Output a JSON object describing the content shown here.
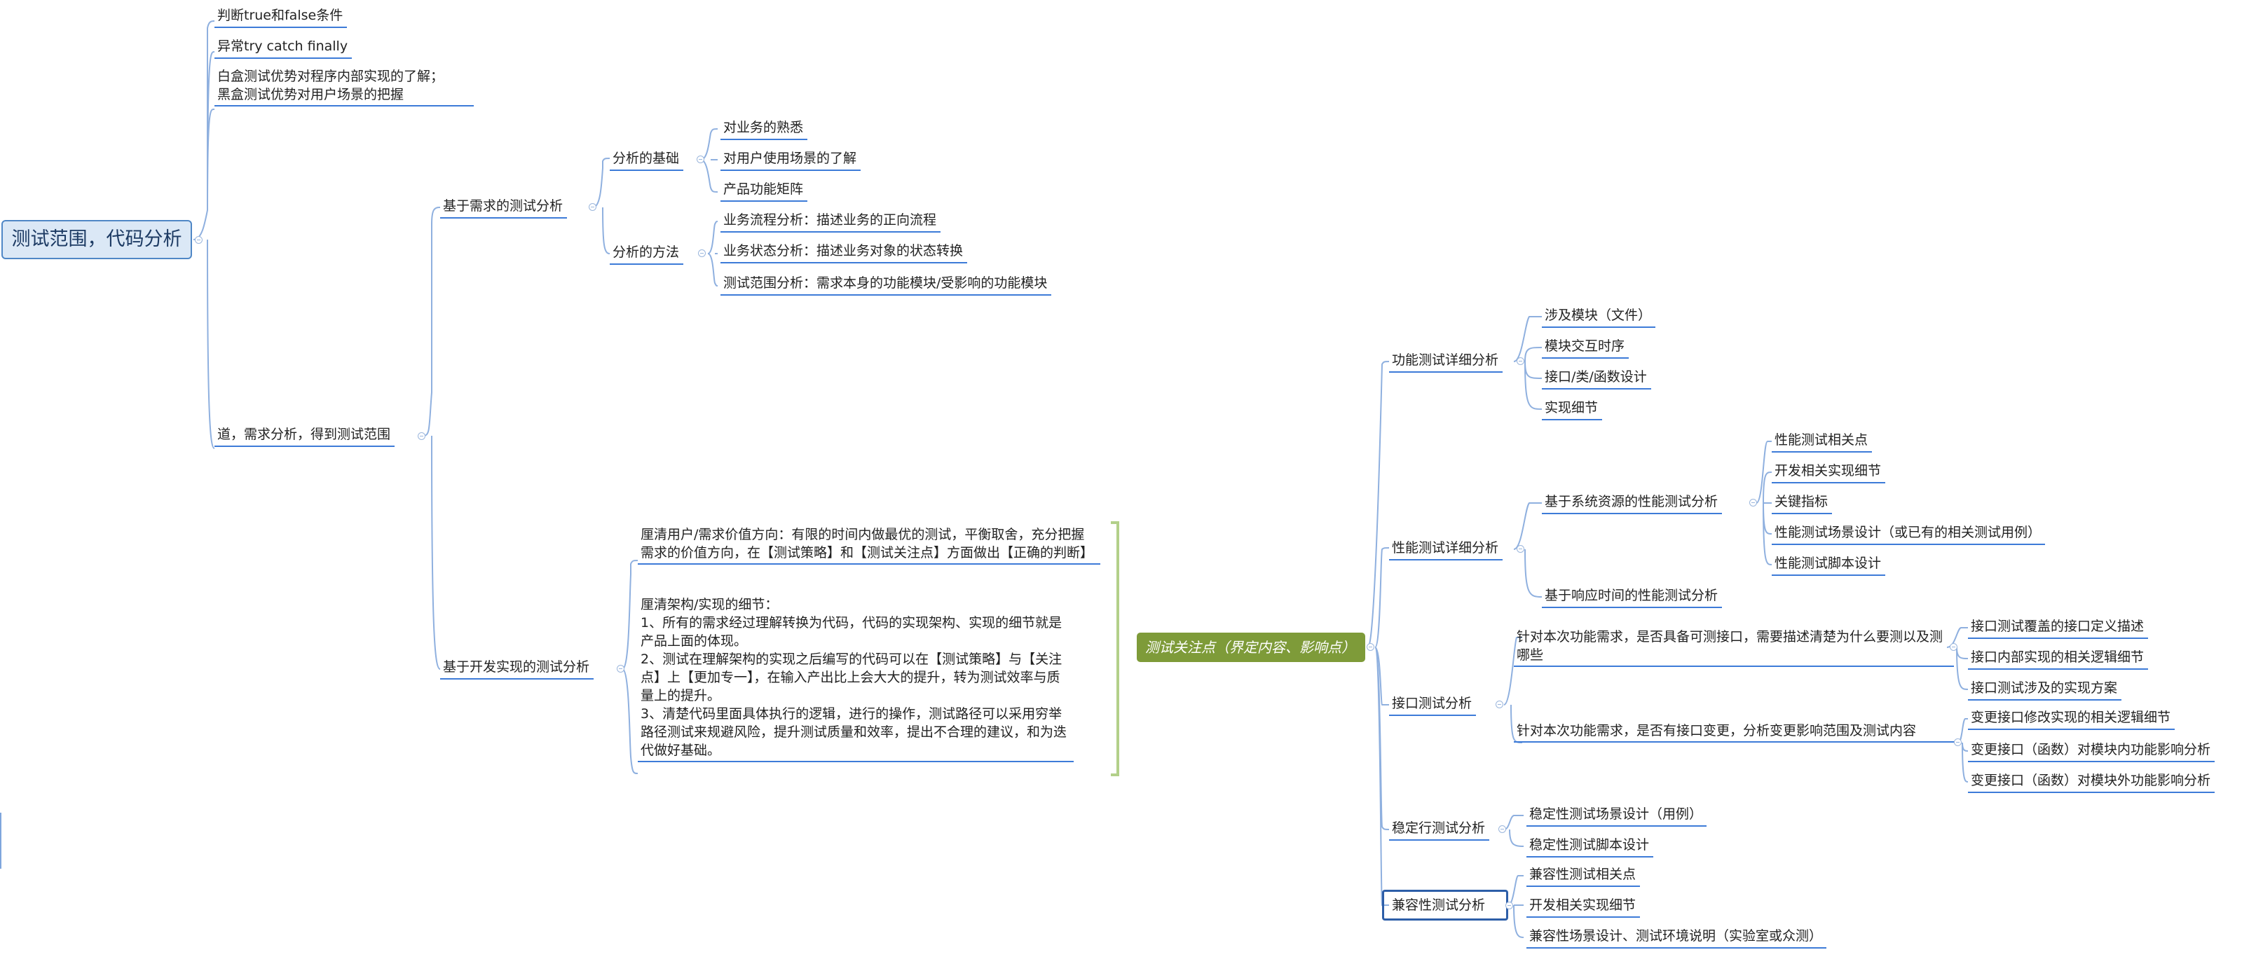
{
  "root": {
    "label": "测试范围，代码分析"
  },
  "focus": {
    "label": "测试关注点（界定内容、影响点）"
  },
  "left": {
    "item1": "判断true和false条件",
    "item2": "异常try catch finally",
    "item3_line1": "白盒测试优势对程序内部实现的了解；",
    "item3_line2": "黑盒测试优势对用户场景的把握",
    "dao": "道，需求分析，得到测试范围",
    "req": {
      "label": "基于需求的测试分析",
      "basis": {
        "label": "分析的基础",
        "items": [
          "对业务的熟悉",
          "对用户使用场景的了解",
          "产品功能矩阵"
        ]
      },
      "method": {
        "label": "分析的方法",
        "items": [
          "业务流程分析：描述业务的正向流程",
          "业务状态分析：描述业务对象的状态转换",
          "测试范围分析：需求本身的功能模块/受影响的功能模块"
        ]
      }
    },
    "dev": {
      "label": "基于开发实现的测试分析",
      "note1": "厘清用户/需求价值方向：有限的时间内做最优的测试，平衡取舍，充分把握需求的价值方向，在【测试策略】和【测试关注点】方面做出【正确的判断】",
      "note2_title": "厘清架构/实现的细节：",
      "note2_p1": "1、所有的需求经过理解转换为代码，代码的实现架构、实现的细节就是产品上面的体现。",
      "note2_p2": "2、测试在理解架构的实现之后编写的代码可以在【测试策略】与【关注点】上【更加专一】，在输入产出比上会大大的提升，转为测试效率与质量上的提升。",
      "note2_p3": "3、清楚代码里面具体执行的逻辑，进行的操作，测试路径可以采用穷举路径测试来规避风险，提升测试质量和效率，提出不合理的建议，和为迭代做好基础。"
    }
  },
  "right": {
    "func": {
      "label": "功能测试详细分析",
      "items": [
        "涉及模块（文件）",
        "模块交互时序",
        "接口/类/函数设计",
        "实现细节"
      ]
    },
    "perf": {
      "label": "性能测试详细分析",
      "sys": {
        "label": "基于系统资源的性能测试分析",
        "items": [
          "性能测试相关点",
          "开发相关实现细节",
          "关键指标",
          "性能测试场景设计（或已有的相关测试用例）",
          "性能测试脚本设计"
        ]
      },
      "resp": "基于响应时间的性能测试分析"
    },
    "iface": {
      "label": "接口测试分析",
      "q1": {
        "label": "针对本次功能需求，是否具备可测接口，需要描述清楚为什么要测以及测哪些",
        "items": [
          "接口测试覆盖的接口定义描述",
          "接口内部实现的相关逻辑细节",
          "接口测试涉及的实现方案"
        ]
      },
      "q2": {
        "label": "针对本次功能需求，是否有接口变更，分析变更影响范围及测试内容",
        "items": [
          "变更接口修改实现的相关逻辑细节",
          "变更接口（函数）对模块内功能影响分析",
          "变更接口（函数）对模块外功能影响分析"
        ]
      }
    },
    "stab": {
      "label": "稳定行测试分析",
      "items": [
        "稳定性测试场景设计（用例）",
        "稳定性测试脚本设计"
      ]
    },
    "compat": {
      "label": "兼容性测试分析",
      "items": [
        "兼容性测试相关点",
        "开发相关实现细节",
        "兼容性场景设计、测试环境说明（实验室或众测）"
      ]
    }
  }
}
